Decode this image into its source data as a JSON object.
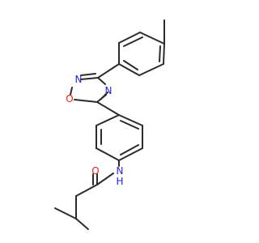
{
  "atoms": {
    "oxadiazole_n_top": {
      "text": "N",
      "color": "#2323e6"
    },
    "oxadiazole_o": {
      "text": "O",
      "color": "#e62323"
    },
    "oxadiazole_n_right": {
      "text": "N",
      "color": "#2323e6"
    },
    "amide_n": {
      "text": "N",
      "color": "#2323e6"
    },
    "amide_h": {
      "text": "H",
      "color": "#2323e6"
    },
    "carbonyl_o": {
      "text": "O",
      "color": "#e62323"
    }
  },
  "colors": {
    "bond": "#2b2b2b",
    "background": "#ffffff"
  }
}
